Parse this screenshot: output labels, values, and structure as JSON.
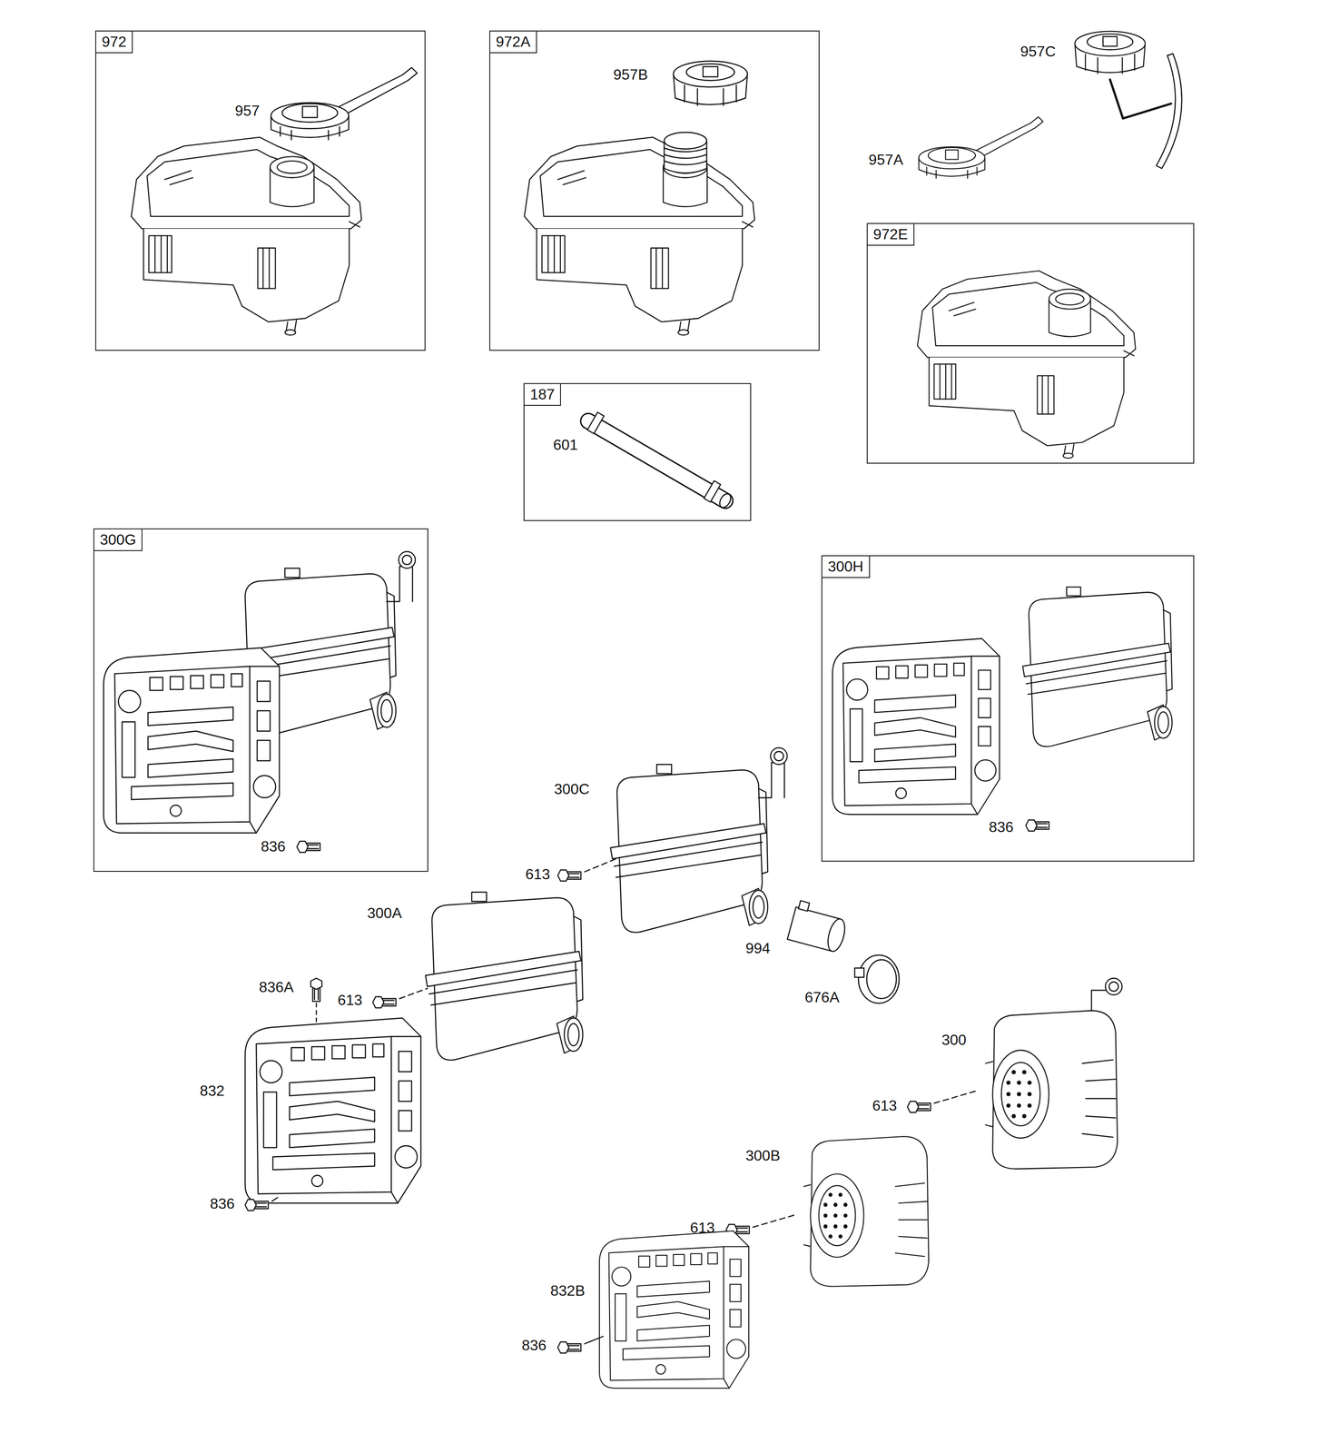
{
  "diagram": {
    "nodes": [
      {
        "text": [
          "972",
          "957"
        ]
      },
      {
        "text": [
          "972A",
          "957B"
        ]
      },
      {
        "text": [
          "972E"
        ]
      },
      {
        "text": [
          "187",
          "601"
        ]
      },
      {
        "text": [
          "300G",
          "836"
        ]
      },
      {
        "text": [
          "300H",
          "836"
        ]
      }
    ],
    "labels": [
      "957C",
      "957A",
      "300C",
      "613",
      "300A",
      "994",
      "836A",
      "613",
      "676A",
      "300",
      "832",
      "613",
      "836",
      "300B",
      "613",
      "832B",
      "836"
    ]
  }
}
